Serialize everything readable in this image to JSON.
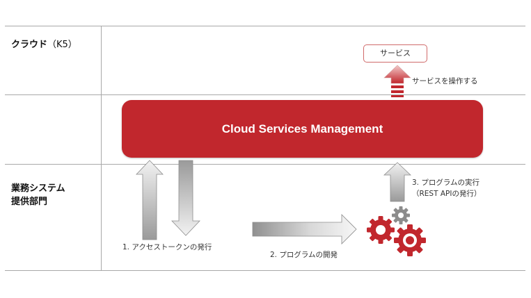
{
  "lanes": {
    "cloud": {
      "label": "クラウド",
      "suffix": "（K5）"
    },
    "business": {
      "line1": "業務システム",
      "line2": "提供部門"
    }
  },
  "service_box": {
    "label": "サービス"
  },
  "operate_caption": "サービスを操作する",
  "csm_bar": {
    "label": "Cloud Services Management",
    "color": "#c1272d"
  },
  "steps": {
    "token": "1. アクセストークンの発行",
    "develop": "2. プログラムの開発",
    "run_line1": "3. プログラムの実行",
    "run_line2": "（REST APIの発行）"
  },
  "icons": {
    "gears": "gears-icon",
    "up_arrow_red": "up-arrow-icon"
  },
  "colors": {
    "accent_red": "#c1272d",
    "gear_gray": "#8c8c8c",
    "border": "#a8a8a8"
  }
}
